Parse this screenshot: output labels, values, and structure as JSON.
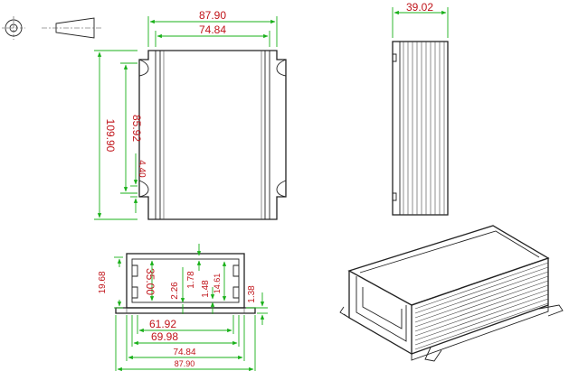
{
  "front_view": {
    "outer_width": "87.90",
    "inner_width": "74.84",
    "overall_height": "109.90",
    "slot_height": "85.92",
    "lip": "4.40"
  },
  "side_view": {
    "depth": "39.02"
  },
  "section_view": {
    "side_height": "19.68",
    "inner_height": "35.00",
    "dim_2_26": "2.26",
    "dim_1_78": "1.78",
    "dim_1_48": "1.48",
    "dim_14_61": "14.61",
    "dim_1_38": "1.38",
    "width_61_92": "61.92",
    "width_69_98": "69.98",
    "width_74_84": "74.84",
    "width_87_90": "87.90"
  },
  "colors": {
    "dimension_text": "#c0141a",
    "dimension_line": "#19b019",
    "outline": "#222222"
  }
}
